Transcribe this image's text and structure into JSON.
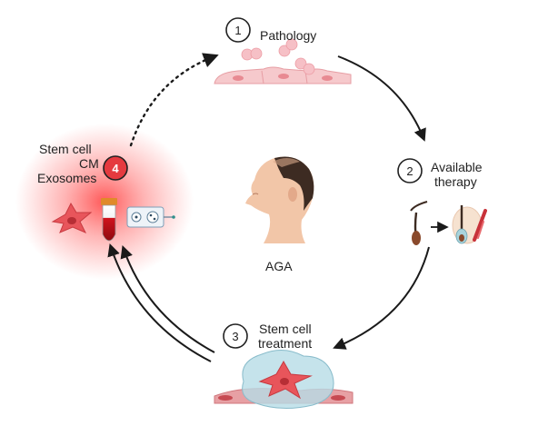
{
  "steps": [
    {
      "number": "1",
      "label": "Pathology"
    },
    {
      "number": "2",
      "label": "Available therapy",
      "line1": "Available",
      "line2": "therapy"
    },
    {
      "number": "3",
      "label": "Stem cell treatment",
      "line1": "Stem cell",
      "line2": "treatment"
    },
    {
      "number": "4",
      "label": "Stem cell CM Exosomes",
      "line1": "Stem cell",
      "line2": "CM",
      "line3": "Exosomes"
    }
  ],
  "center": {
    "label": "AGA"
  },
  "colors": {
    "cell_fill": "#f6c9cc",
    "cell_stroke": "#e79ea4",
    "stem_cell": "#e8555b",
    "glow": "#ff3b3b",
    "arrow": "#1a1a1a",
    "skin": "#f2c6a8",
    "hair": "#3d2b22",
    "sheath": "#a9d4dc"
  },
  "icons": [
    "cell-layer",
    "head-profile",
    "hair-follicle",
    "stem-cell",
    "blood-tube",
    "exosome-chip"
  ]
}
